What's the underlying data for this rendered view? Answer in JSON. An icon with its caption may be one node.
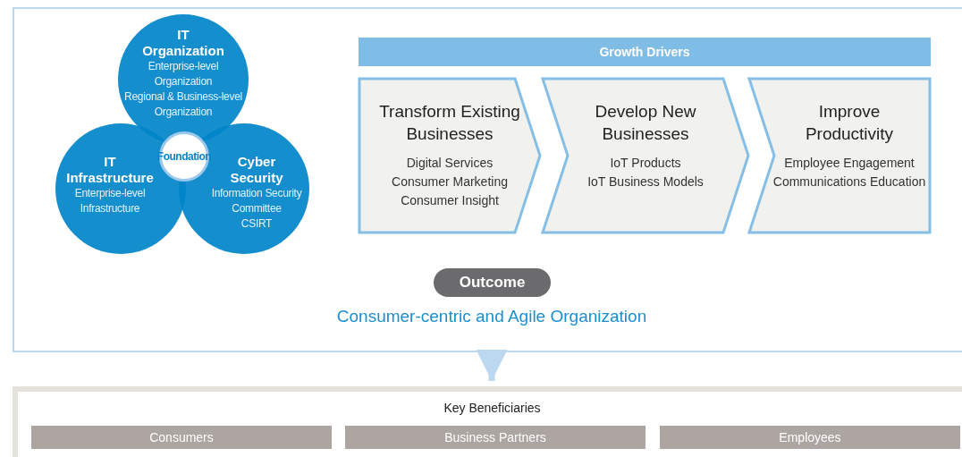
{
  "diagram": {
    "nodes": [
      {
        "text": [],
        "shape": "box"
      },
      {
        "text": [
          "IT Organization",
          "Enterprise-level Organization",
          "Regional & Business-level Organization"
        ],
        "in": 0
      },
      {
        "text": [
          "IT Infrastructure",
          "Enterprise-level Infrastructure"
        ],
        "in": 0
      },
      {
        "text": [
          "Cyber Security",
          "Information Security Committee",
          "CSIRT"
        ],
        "in": 0
      },
      {
        "text": [
          "Foundation"
        ],
        "in": 0
      },
      {
        "text": [
          "Growth Drivers"
        ],
        "in": 0
      },
      {
        "text": [
          "Transform Existing Businesses",
          "Digital Services",
          "Consumer Marketing",
          "Consumer Insight"
        ],
        "in": 0
      },
      {
        "text": [
          "Develop New Businesses",
          "IoT Products",
          "IoT Business Models"
        ],
        "in": 0
      },
      {
        "text": [
          "Improve Productivity",
          "Employee Engagement",
          "Communications Education"
        ],
        "in": 0
      },
      {
        "text": [
          "Outcome"
        ],
        "in": 0,
        "beside": [
          "Consumer-centric and Agile Organization"
        ]
      },
      {
        "text": [
          "Key Beneficiaries"
        ]
      },
      {
        "text": [
          "Consumers"
        ],
        "in": 10
      },
      {
        "text": [
          "Business Partners"
        ],
        "in": 10
      },
      {
        "text": [
          "Employees"
        ],
        "in": 10
      }
    ],
    "edges": [
      {
        "from": 0,
        "to": 10,
        "arrow": "to"
      }
    ]
  }
}
